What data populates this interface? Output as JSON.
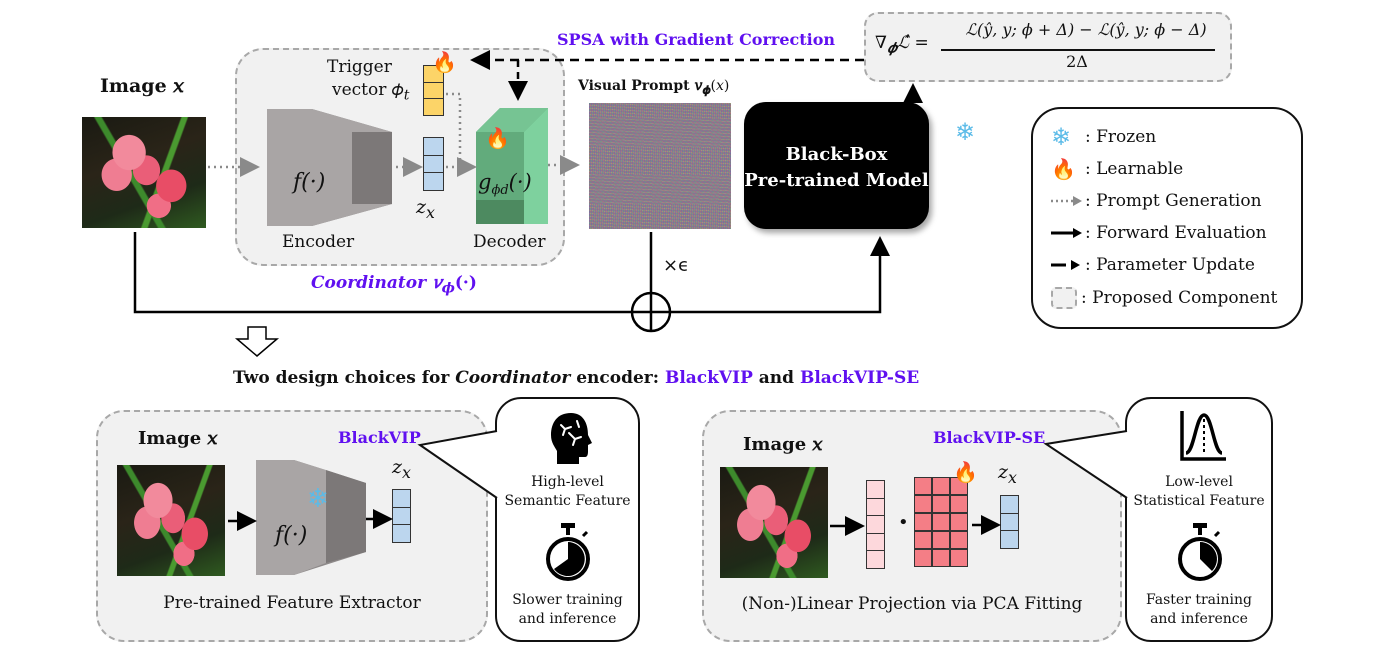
{
  "top": {
    "image_label": "Image 𝑥",
    "trigger_label_line1": "Trigger",
    "trigger_label_line2": "vector 𝜙",
    "trigger_sub": "t",
    "encoder_func": "𝑓(·)",
    "encoder_label": "Encoder",
    "zx_label": "𝑧",
    "zx_sub": "x",
    "decoder_func": "𝑔",
    "decoder_sub": "𝜙d",
    "decoder_func_tail": "(·)",
    "decoder_label": "Decoder",
    "coordinator_label": "Coordinator 𝑣",
    "coordinator_sub": "𝝓",
    "coordinator_tail": "(·)",
    "spsa_label": "SPSA with Gradient Correction",
    "visual_prompt_label": "Visual Prompt 𝑣",
    "visual_prompt_sub": "𝝓",
    "visual_prompt_tail": "(𝑥)",
    "blackbox_line1": "Black-Box",
    "blackbox_line2": "Pre-trained Model",
    "epsilon_label": "×ϵ",
    "formula_lhs": "∇",
    "formula_lhs_sub": "𝝓",
    "formula_lhs_tail": "ℒ̂ =",
    "formula_numerator": "ℒ(ŷ, 𝑦; 𝜙 + Δ) − ℒ(ŷ, 𝑦; 𝜙 − Δ)",
    "formula_denominator": "2Δ"
  },
  "legend": {
    "items": [
      {
        "icon": "snowflake-icon",
        "label": ": Frozen"
      },
      {
        "icon": "fire-icon",
        "label": ": Learnable"
      },
      {
        "icon": "dotted-arrow-icon",
        "label": ": Prompt Generation"
      },
      {
        "icon": "solid-arrow-icon",
        "label": ": Forward Evaluation"
      },
      {
        "icon": "dashed-arrow-icon",
        "label": ": Parameter Update"
      },
      {
        "icon": "dashed-box-icon",
        "label": ": Proposed Component"
      }
    ]
  },
  "bottom": {
    "heading_part1": "Two design choices for ",
    "heading_italic": "Coordinator",
    "heading_part2": " encoder: ",
    "heading_blackvip": "BlackVIP",
    "heading_and": " and ",
    "heading_blackvip_se": "BlackVIP-SE",
    "left": {
      "title": "BlackVIP",
      "image_label": "Image 𝑥",
      "func": "𝑓(·)",
      "zx_label": "𝑧",
      "zx_sub": "x",
      "caption": "Pre-trained Feature Extractor",
      "bubble_feature_line1": "High-level",
      "bubble_feature_line2": "Semantic Feature",
      "bubble_speed_line1": "Slower training",
      "bubble_speed_line2": "and inference"
    },
    "right": {
      "title": "BlackVIP-SE",
      "image_label": "Image 𝑥",
      "dot": "•",
      "zx_label": "𝑧",
      "zx_sub": "x",
      "caption": "(Non-)Linear Projection via PCA Fitting",
      "bubble_feature_line1": "Low-level",
      "bubble_feature_line2": "Statistical Feature",
      "bubble_speed_line1": "Faster training",
      "bubble_speed_line2": "and inference"
    }
  },
  "colors": {
    "accent_purple": "#6010f0",
    "trigger_yellow": "#fcd468",
    "latent_blue": "#bcd6ee",
    "decoder_green": "#5fa876",
    "pca_red": "#f47e86",
    "snowflake_blue": "#5bbbe8"
  }
}
